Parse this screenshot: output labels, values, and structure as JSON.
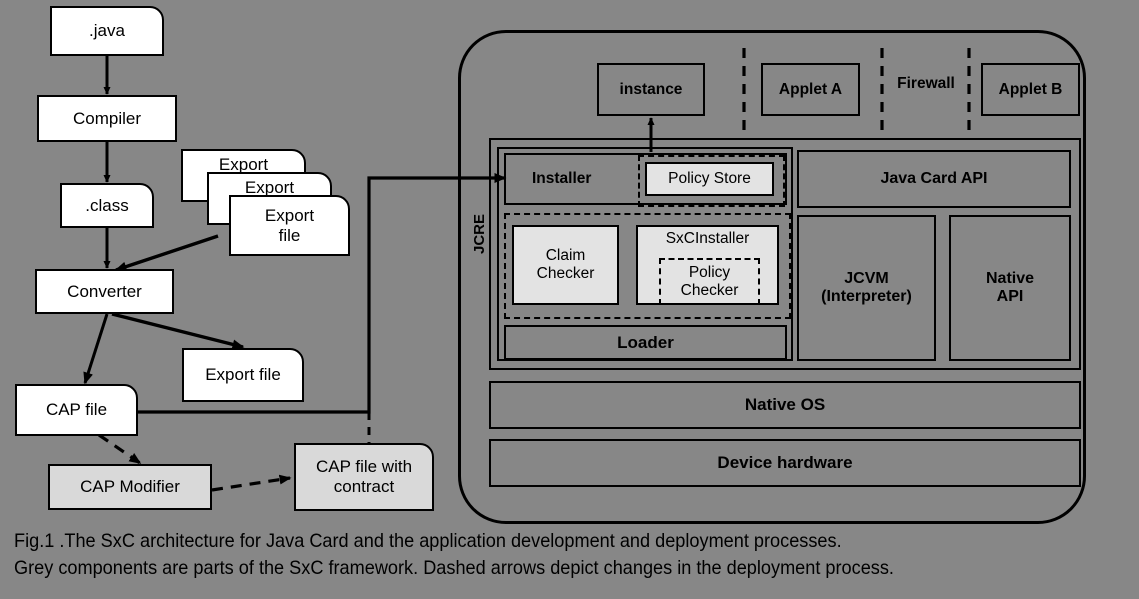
{
  "figure": {
    "caption_line1": "Fig.1 .The SxC architecture for Java Card and the application development and deployment processes.",
    "caption_line2": "Grey components are parts of the SxC framework. Dashed arrows depict changes in the deployment process."
  },
  "colors": {
    "background": "#878787",
    "white_node": "#ffffff",
    "grey_node": "#d9d9d9",
    "light_node": "#e3e3e3",
    "stroke": "#000000"
  },
  "pipeline": {
    "java_source": ".java",
    "compiler": "Compiler",
    "class_file": ".class",
    "export_stack_1": "Export",
    "export_stack_2": "Export",
    "export_stack_3": "Export\nfile",
    "export_stack_3_line1": "Export",
    "export_stack_3_line2": "file",
    "converter": "Converter",
    "export_file_out": "Export file",
    "cap_file": "CAP file",
    "cap_modifier": "CAP Modifier",
    "cap_file_with_contract_line1": "CAP file with",
    "cap_file_with_contract_line2": "contract"
  },
  "javacard": {
    "applet_layer": {
      "instance": "instance",
      "applet_a": "Applet A",
      "firewall": "Firewall",
      "applet_b": "Applet B"
    },
    "jcre_label": "JCRE",
    "jcre": {
      "installer": "Installer",
      "policy_store": "Policy Store",
      "java_card_api": "Java Card API",
      "sxc_installer": "SxCInstaller",
      "claim_checker_line1": "Claim",
      "claim_checker_line2": "Checker",
      "policy_checker_line1": "Policy",
      "policy_checker_line2": "Checker",
      "loader": "Loader",
      "jcvm_line1": "JCVM",
      "jcvm_line2": "(Interpreter)",
      "native_api_line1": "Native",
      "native_api_line2": "API"
    },
    "native_os": "Native OS",
    "device_hardware": "Device hardware"
  }
}
